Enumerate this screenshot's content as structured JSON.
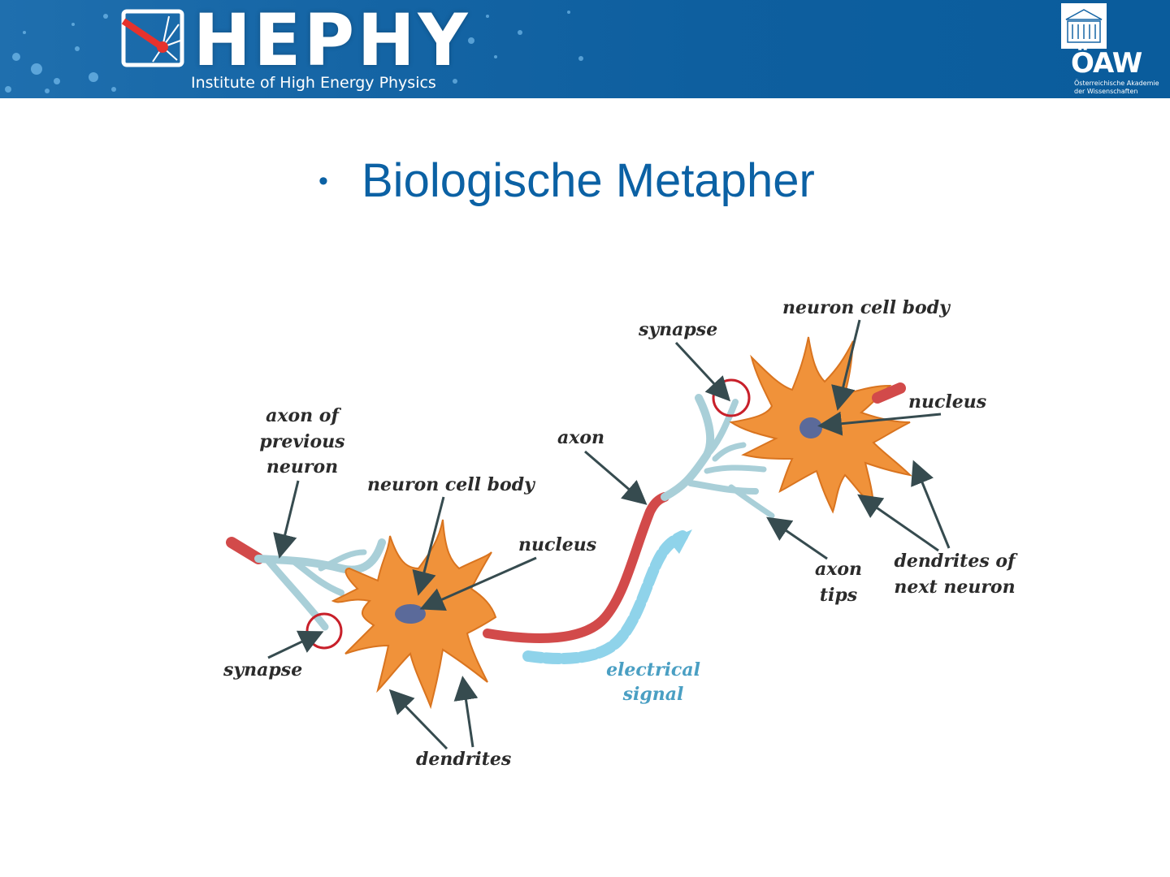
{
  "header": {
    "logo_title": "HEPHY",
    "logo_subtitle": "Institute of High Energy Physics",
    "oaw_logo": "ÖAW",
    "oaw_line1": "Österreichische Akademie",
    "oaw_line2": "der Wissenschaften"
  },
  "slide": {
    "bullet": "•",
    "title": "Biologische Metapher"
  },
  "diagram": {
    "labels": {
      "axon_of_previous_neuron_1": "axon of",
      "axon_of_previous_neuron_2": "previous",
      "axon_of_previous_neuron_3": "neuron",
      "neuron_cell_body_left": "neuron cell body",
      "nucleus_left": "nucleus",
      "synapse_left": "synapse",
      "dendrites": "dendrites",
      "axon": "axon",
      "synapse_right": "synapse",
      "neuron_cell_body_right": "neuron cell body",
      "nucleus_right": "nucleus",
      "axon_tips_1": "axon",
      "axon_tips_2": "tips",
      "dendrites_next_1": "dendrites of",
      "dendrites_next_2": "next neuron",
      "electrical_signal_1": "electrical",
      "electrical_signal_2": "signal"
    },
    "colors": {
      "neuron_body": "#f0923a",
      "neuron_outline": "#d9741f",
      "nucleus": "#5b6a9a",
      "axon_terminal": "#a9cfd8",
      "axon_myelin": "#d24a4a",
      "signal_arrow": "#8fd3ea",
      "synapse_circle": "#c8202a",
      "pointer_arrow": "#364b4f"
    }
  }
}
